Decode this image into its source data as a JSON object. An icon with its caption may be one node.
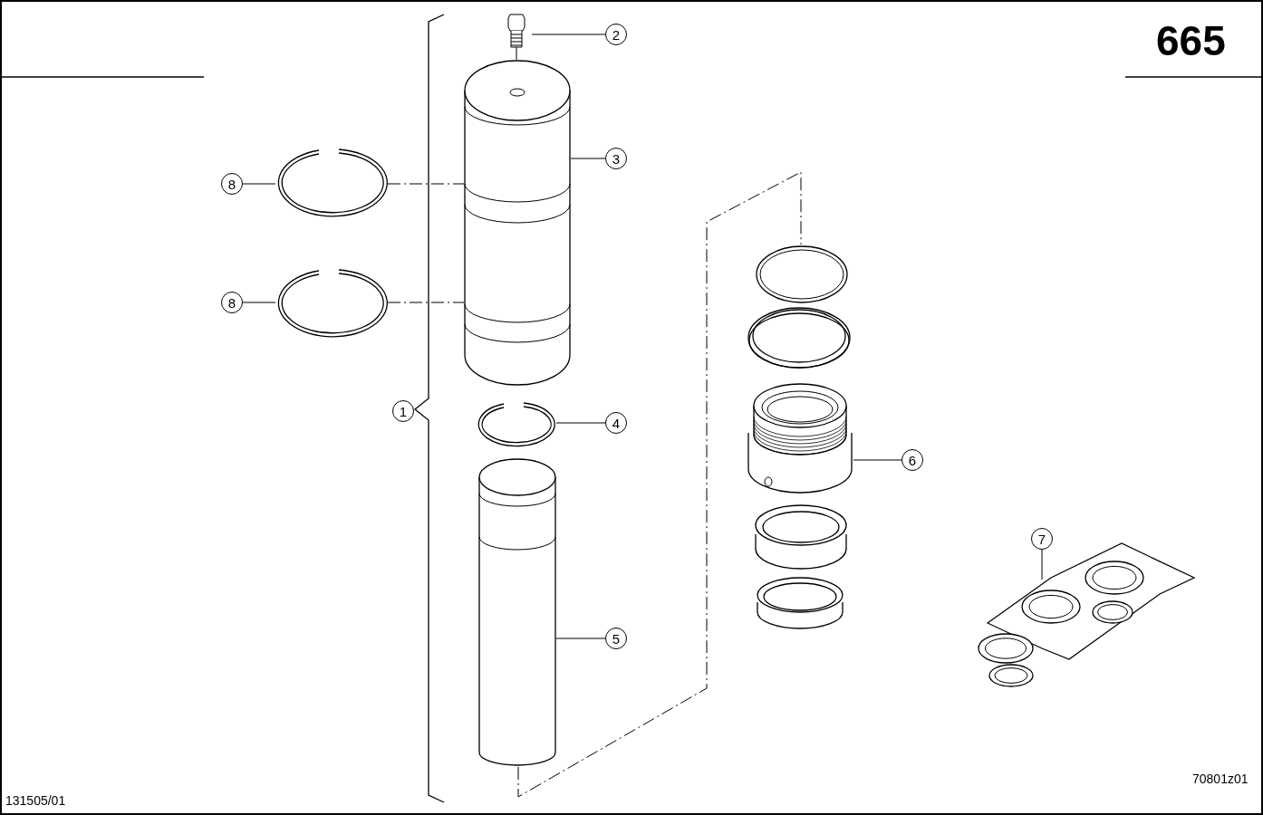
{
  "diagram": {
    "nodes": [
      {
        "text": [
          "2"
        ]
      },
      {
        "text": [],
        "shape": "picture"
      },
      {
        "text": [
          "3"
        ]
      },
      {
        "text": [],
        "shape": "picture"
      },
      {
        "text": [
          "8"
        ]
      },
      {
        "text": [],
        "shape": "picture"
      },
      {
        "text": [
          "8"
        ]
      },
      {
        "text": [],
        "shape": "picture"
      },
      {
        "text": [
          "4"
        ]
      },
      {
        "text": [],
        "shape": "picture"
      },
      {
        "text": [
          "6"
        ]
      },
      {
        "text": [],
        "shape": "picture"
      },
      {
        "text": [
          "7"
        ]
      },
      {
        "text": [],
        "shape": "picture"
      },
      {
        "text": [
          "5"
        ]
      },
      {
        "text": [],
        "shape": "picture"
      },
      {
        "text": [],
        "shape": "picture"
      },
      {
        "text": [
          "1"
        ]
      }
    ],
    "edges": [
      {
        "from": 0,
        "to": 1,
        "arrow": "none"
      },
      {
        "from": 1,
        "to": 3,
        "arrow": "none"
      },
      {
        "from": 2,
        "to": 3,
        "arrow": "none"
      },
      {
        "from": 4,
        "to": 5,
        "arrow": "none"
      },
      {
        "from": 5,
        "to": 3,
        "arrow": "none",
        "style": "dashed"
      },
      {
        "from": 6,
        "to": 7,
        "arrow": "none"
      },
      {
        "from": 7,
        "to": 3,
        "arrow": "none",
        "style": "dashed"
      },
      {
        "from": 8,
        "to": 9,
        "arrow": "none"
      },
      {
        "from": 10,
        "to": 11,
        "arrow": "none"
      },
      {
        "from": 12,
        "to": 13,
        "arrow": "none"
      },
      {
        "from": 14,
        "to": 15,
        "arrow": "none"
      },
      {
        "from": 15,
        "to": 16,
        "arrow": "none",
        "style": "dashed"
      }
    ],
    "labels": [
      "665",
      "131505/01",
      "70801z01"
    ]
  }
}
